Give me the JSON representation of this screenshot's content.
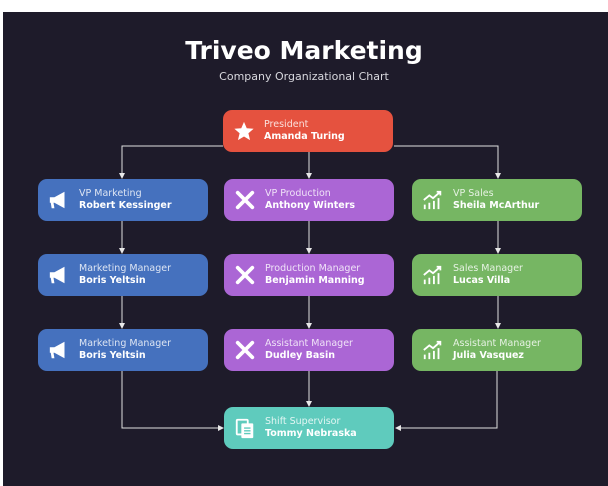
{
  "header": {
    "title": "Triveo Marketing",
    "subtitle": "Company Organizational Chart"
  },
  "colors": {
    "president": "#e5523f",
    "marketing": "#4571be",
    "production": "#ab66d5",
    "sales": "#76b663",
    "supervisor": "#5fcbbd",
    "background": "#1e1b2a"
  },
  "nodes": {
    "president": {
      "role": "President",
      "name": "Amanda Turing",
      "icon": "star-icon"
    },
    "vp_marketing": {
      "role": "VP Marketing",
      "name": "Robert Kessinger",
      "icon": "megaphone-icon"
    },
    "vp_production": {
      "role": "VP Production",
      "name": "Anthony Winters",
      "icon": "tools-icon"
    },
    "vp_sales": {
      "role": "VP Sales",
      "name": "Sheila McArthur",
      "icon": "growth-chart-icon"
    },
    "marketing_manager_1": {
      "role": "Marketing Manager",
      "name": "Boris Yeltsin",
      "icon": "megaphone-icon"
    },
    "production_manager": {
      "role": "Production Manager",
      "name": "Benjamin Manning",
      "icon": "tools-icon"
    },
    "sales_manager": {
      "role": "Sales Manager",
      "name": "Lucas Villa",
      "icon": "growth-chart-icon"
    },
    "marketing_manager_2": {
      "role": "Marketing Manager",
      "name": "Boris Yeltsin",
      "icon": "megaphone-icon"
    },
    "assistant_manager_production": {
      "role": "Assistant Manager",
      "name": "Dudley Basin",
      "icon": "tools-icon"
    },
    "assistant_manager_sales": {
      "role": "Assistant Manager",
      "name": "Julia Vasquez",
      "icon": "growth-chart-icon"
    },
    "shift_supervisor": {
      "role": "Shift Supervisor",
      "name": "Tommy Nebraska",
      "icon": "clipboard-icon"
    }
  }
}
